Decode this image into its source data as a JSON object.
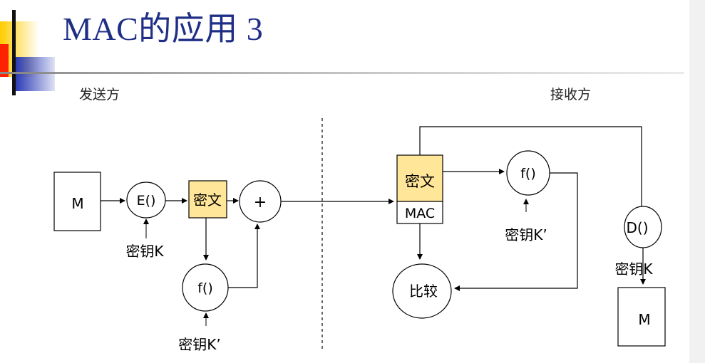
{
  "title": "MAC的应用 3",
  "sender_label": "发送方",
  "receiver_label": "接收方",
  "nodes": {
    "m_in": "M",
    "encrypt": "E()",
    "cipher_sender": "密文",
    "plus": "+",
    "f_sender": "f()",
    "cipher_receiver": "密文",
    "mac": "MAC",
    "f_receiver": "f()",
    "compare": "比较",
    "decrypt": "D()",
    "m_out": "M"
  },
  "keys": {
    "k_sender_encrypt": "密钥K",
    "k_sender_f": "密钥K’",
    "k_receiver_f": "密钥K’",
    "k_receiver_decrypt": "密钥K"
  },
  "colors": {
    "title": "#1f2f86",
    "cipher_fill": "#ffe699",
    "deco_yellow": "#ffcc00",
    "deco_red": "#ff2200",
    "deco_blue": "#2b3bb6"
  }
}
